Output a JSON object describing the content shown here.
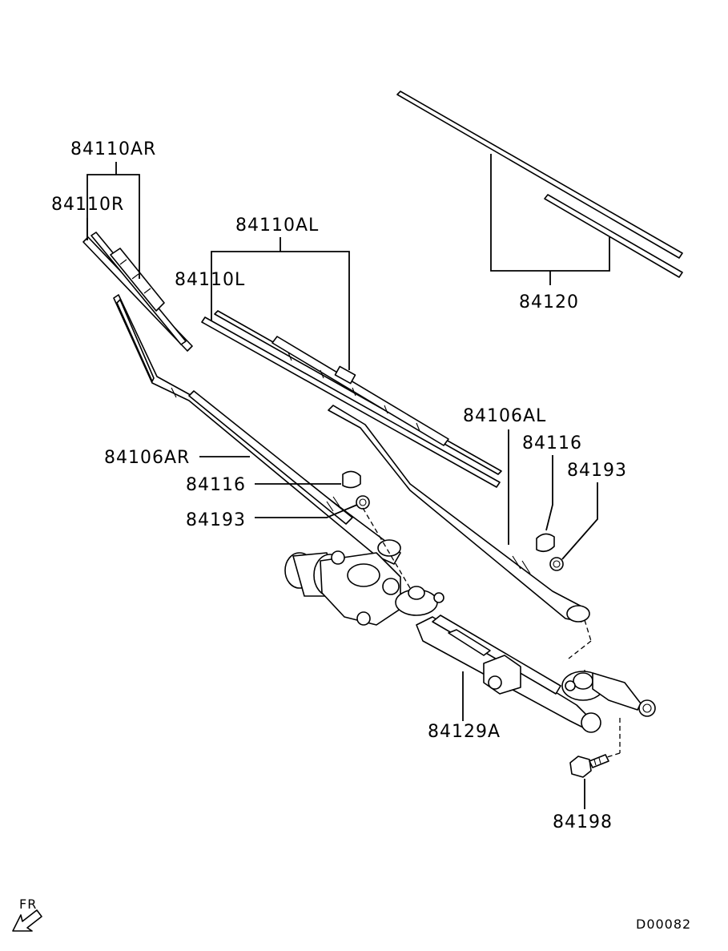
{
  "callouts": {
    "c84110AR": "84110AR",
    "c84110R": "84110R",
    "c84110AL": "84110AL",
    "c84110L": "84110L",
    "c84120": "84120",
    "c84106AL": "84106AL",
    "c84116_right": "84116",
    "c84193_right": "84193",
    "c84106AR": "84106AR",
    "c84116_left": "84116",
    "c84193_left": "84193",
    "c84129A": "84129A",
    "c84198": "84198"
  },
  "orientation": {
    "label": "FR"
  },
  "drawing_code": "D00082"
}
